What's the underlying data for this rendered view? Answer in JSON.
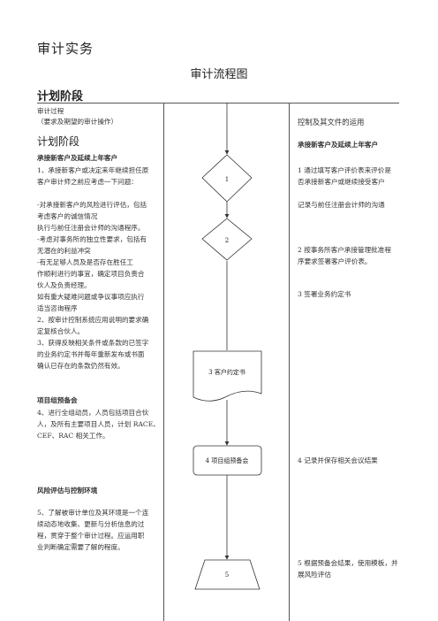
{
  "document": {
    "title": "审计实务",
    "flow_title": "审计流程图",
    "phase_title": "计划阶段"
  },
  "left": {
    "process_label": "审计过程",
    "process_sub": "（要求及期望的审计操作）",
    "phase_heading": "计划阶段",
    "sec1_head": "承接新客户及延续上年客户",
    "sec1_lines": [
      "1、承接新客户或决定来年继续担任原",
      "客户审计师之前应考虑一下问题：",
      "",
      "-对承接新客户的风险进行评估，包括",
      "考虑客户的诚信情况",
      "执行与前任注册会计师的沟通程序。",
      "-考虑对事务所的独立性要求，包括有",
      "无潜在的利益冲突",
      "-有无足够人员及是否存在胜任工",
      "作顺利进行的事宜，确定项目负责合",
      "伙人及负责经理。",
      "如有重大疑难问题或争议事项应执行",
      "适当咨询程序",
      "2、按审计控制系统应用说明的要求确",
      "定复核合伙人。",
      "3、获得反映相关条件或条款的已签字",
      "的业务约定书并每年重新发布或书面",
      "确认已存在的条款仍然有效。"
    ],
    "sec2_head": "项目组预备会",
    "sec2_lines": [
      "4、进行全组动员，人员包括项目合伙",
      "人，及所有主要项目人员，计划 RACE、",
      "CEF、RAC 相关工作。"
    ],
    "sec3_head": "风险评估与控制环境",
    "sec3_lines": [
      "5、了解被审计单位及其环境是一个连",
      "续动态地收集、更新与分析信息的过",
      "程，贯穿于整个审计过程。应运用职",
      "业判断确定需要了解的程度。"
    ]
  },
  "right": {
    "head": "控制及其文件的运用",
    "sec_head": "承接新客户及延续上年客户",
    "items": [
      [
        "1  通过填写客户评价表来评价是",
        "否承接新客户或继续接受客户"
      ],
      [
        "    记录与前任注册会计师的沟通"
      ],
      [
        "2  按事务所客户承接管理批准程",
        "    序要求签署客户评价表。"
      ],
      [
        "3  签署业务约定书"
      ],
      [
        "4  记录并保存相关会议结果"
      ],
      [
        "5  根据预备会结果，使用模板，并",
        "    展风险评估"
      ]
    ]
  },
  "flow": {
    "node1": "1",
    "node2": "2",
    "node3": "3 客户约定书",
    "node4": "4 项目组预备会",
    "node5": "5"
  }
}
